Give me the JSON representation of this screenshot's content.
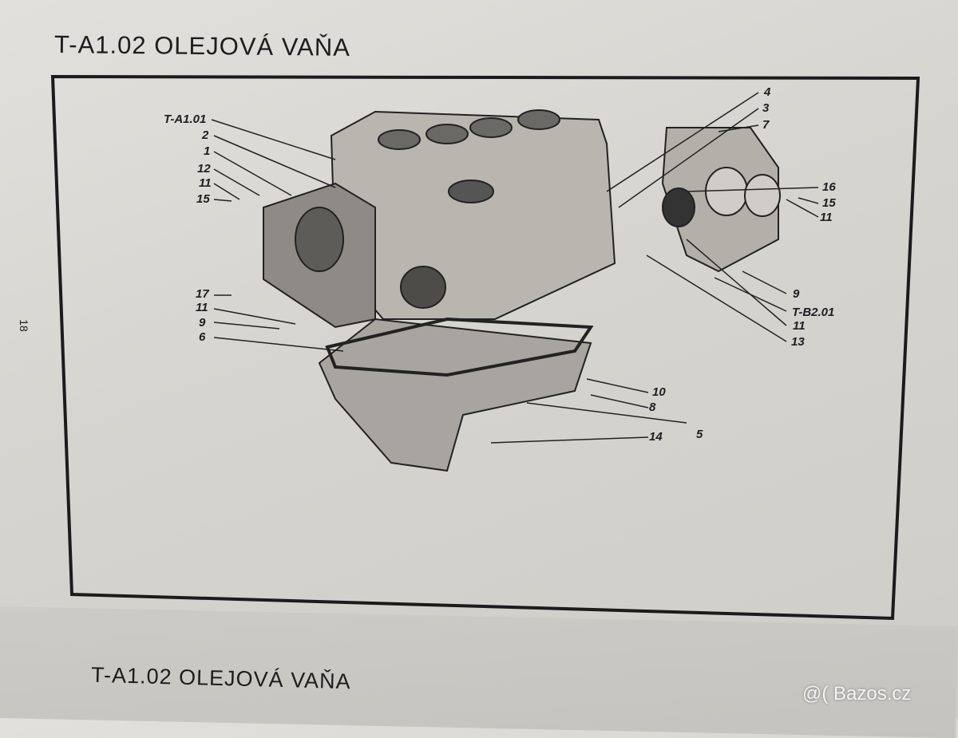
{
  "title": "T-A1.02  OLEJOVÁ VAŇA",
  "page_number": "18",
  "bottom_title": "T-A1.02  OLEJOVÁ VAŇA",
  "watermark": "@( Bazos.cz",
  "callouts_left": [
    "T-A1.01",
    "2",
    "1",
    "12",
    "11",
    "15",
    "17",
    "11",
    "9",
    "6"
  ],
  "callouts_right": [
    "4",
    "3",
    "7",
    "16",
    "15",
    "11",
    "9",
    "T-B2.01",
    "11",
    "13"
  ],
  "callouts_bottom": [
    "10",
    "8",
    "14",
    "5"
  ]
}
